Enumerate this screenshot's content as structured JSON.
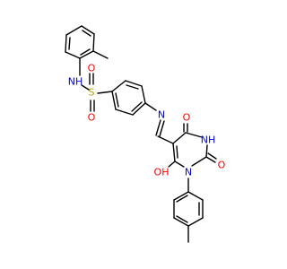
{
  "atoms": {
    "nh_sulfonamide": {
      "text": "NH",
      "color": "#0000ff"
    },
    "s": {
      "text": "S",
      "color": "#b8a200"
    },
    "o_s_top": {
      "text": "O",
      "color": "#ff0000"
    },
    "o_s_bottom": {
      "text": "O",
      "color": "#ff0000"
    },
    "n_imine": {
      "text": "N",
      "color": "#0000ff"
    },
    "o_upper": {
      "text": "O",
      "color": "#ff0000"
    },
    "nh_ring": {
      "text": "NH",
      "color": "#0000ff"
    },
    "o_right": {
      "text": "O",
      "color": "#ff0000"
    },
    "n_ring": {
      "text": "N",
      "color": "#0000ff"
    },
    "oh": {
      "text": "OH",
      "color": "#ff0000"
    }
  }
}
